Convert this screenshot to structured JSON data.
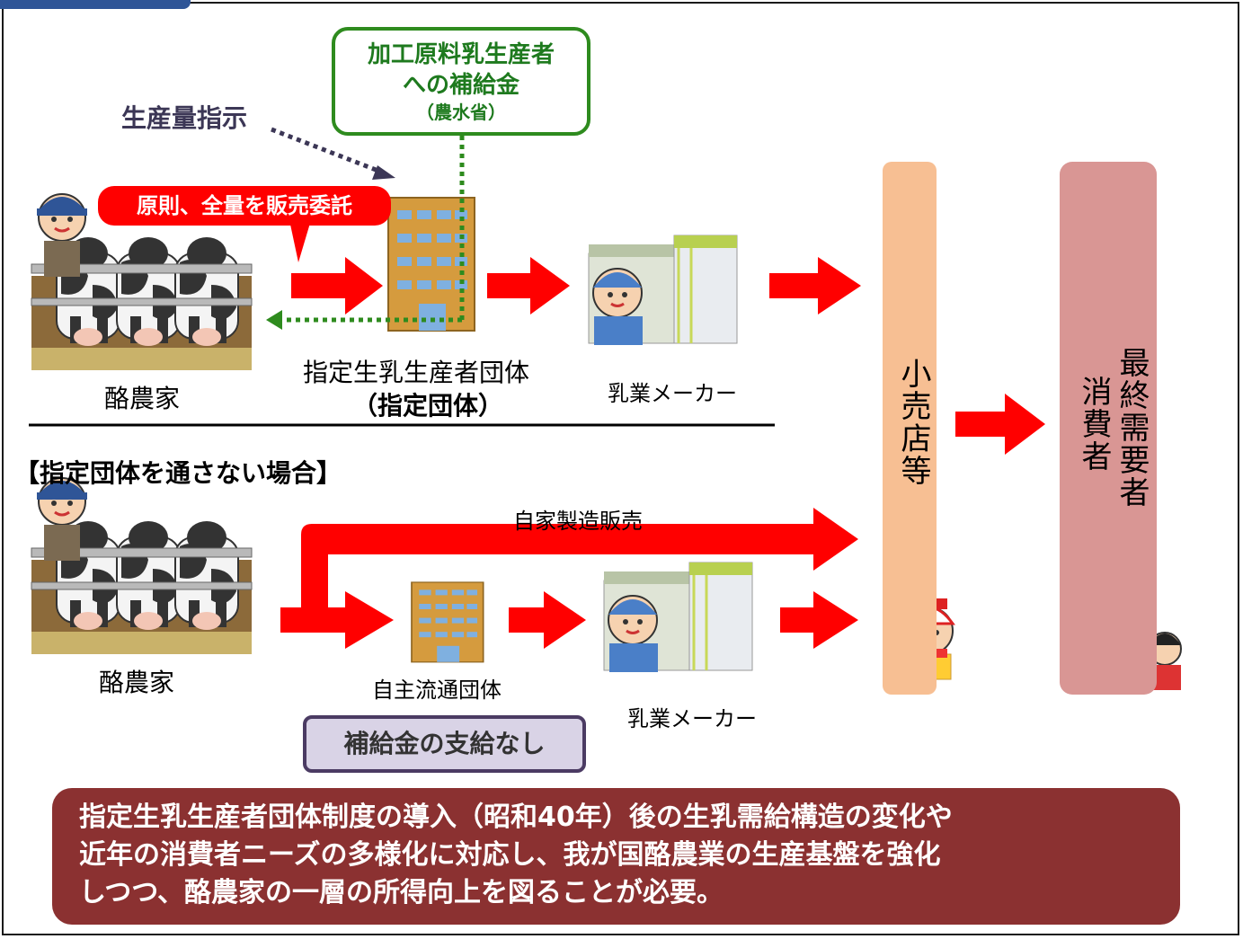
{
  "top_flow": {
    "farmer_label": "酪農家",
    "designated_group_label": "指定生乳生産者団体",
    "designated_group_abbr": "（指定団体）",
    "manufacturer_label": "乳業メーカー",
    "production_instruction": "生産量指示",
    "consignment_bubble": "原則、全量を販売委託",
    "subsidy_box": {
      "line1": "加工原料乳生産者",
      "line2": "への補給金",
      "line3": "（農水省）"
    }
  },
  "bottom_flow": {
    "heading": "【指定団体を通さない場合】",
    "farmer_label": "酪農家",
    "self_sale_label": "自家製造販売",
    "independent_group_label": "自主流通団体",
    "manufacturer_label": "乳業メーカー",
    "no_subsidy_box": "補給金の支給なし"
  },
  "retail_label": "小売店等",
  "consumer_label": {
    "col1": "最終需要者",
    "col2": "消費者"
  },
  "summary": {
    "line1": "指定生乳生産者団体制度の導入（昭和40年）後の生乳需給構造の変化や",
    "line2": "近年の消費者ニーズの多様化に対応し、我が国酪農業の生産基盤を強化",
    "line3": "しつつ、酪農家の一層の所得向上を図ることが必要。"
  },
  "colors": {
    "arrow_red": "#ff0000",
    "subsidy_green": "#2e8b1e",
    "instruction_dotted": "#3c3756",
    "retail_bar": "#f7bf93",
    "consumer_bar": "#d99694",
    "summary_bg": "#8b3131",
    "no_subsidy_bg": "#d9d3e6"
  },
  "illustrations": [
    "farmer-with-cows",
    "building",
    "factory-worker",
    "milk-vendor",
    "pastry-chef-with-child"
  ]
}
